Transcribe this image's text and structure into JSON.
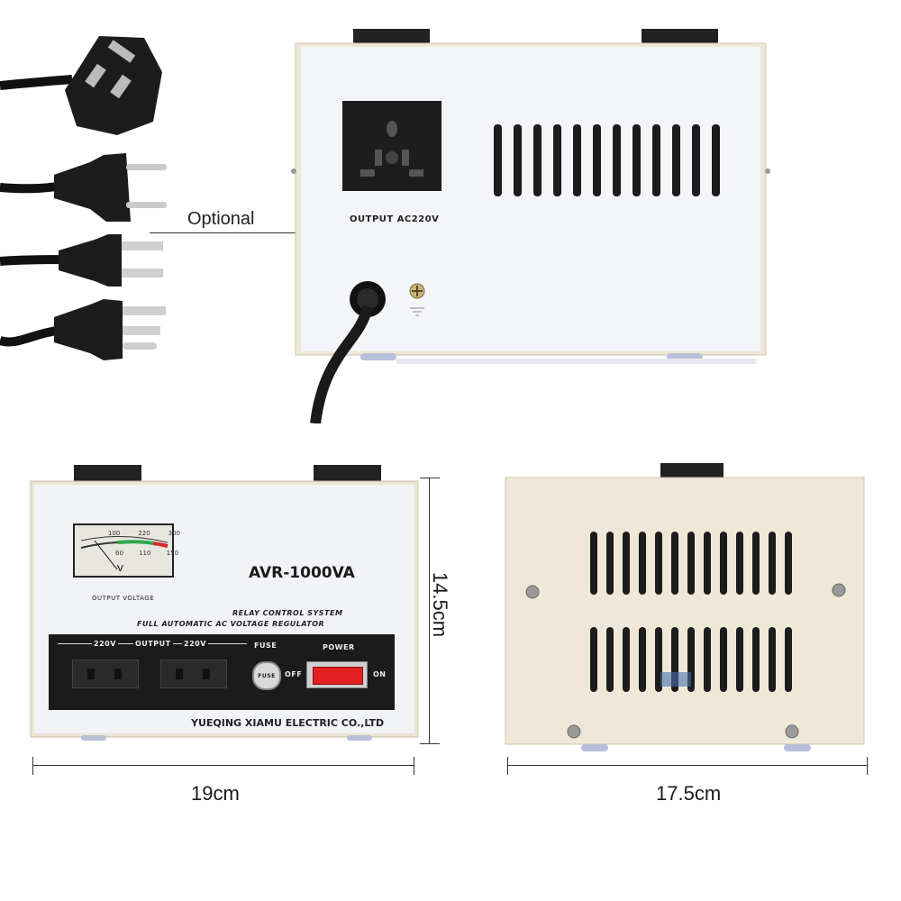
{
  "plugs": {
    "icons": [
      "uk-plug-icon",
      "eu-plug-icon",
      "us-2pin-plug-icon",
      "us-3pin-plug-icon"
    ],
    "optional_label": "Optional"
  },
  "rear_unit": {
    "socket_label": "OUTPUT  AC220V"
  },
  "front_unit": {
    "model": "AVR-1000VA",
    "meter_caption": "OUTPUT VOLTAGE",
    "meter_scale_outer": [
      "100",
      "220",
      "300"
    ],
    "meter_scale_inner": [
      "60",
      "110",
      "150"
    ],
    "line1": "RELAY CONTROL SYSTEM",
    "line2": "FULL AUTOMATIC AC VOLTAGE REGULATOR",
    "out_left": "220V",
    "out_mid": "OUTPUT",
    "out_right": "220V",
    "fuse_label": "FUSE",
    "fuse_cap": "FUSE",
    "power_label": "POWER",
    "off_label": "OFF",
    "on_label": "ON",
    "maker": "YUEQING XIAMU ELECTRIC CO.,LTD"
  },
  "dimensions": {
    "height": "14.5cm",
    "width_front": "19cm",
    "width_side": "17.5cm"
  },
  "colors": {
    "panel_white": "#f4f5f8",
    "case_cream": "#efe8d8",
    "black": "#111111",
    "switch_red": "#e02020",
    "meter_green": "#2fa84f",
    "meter_red": "#d22a2a"
  }
}
